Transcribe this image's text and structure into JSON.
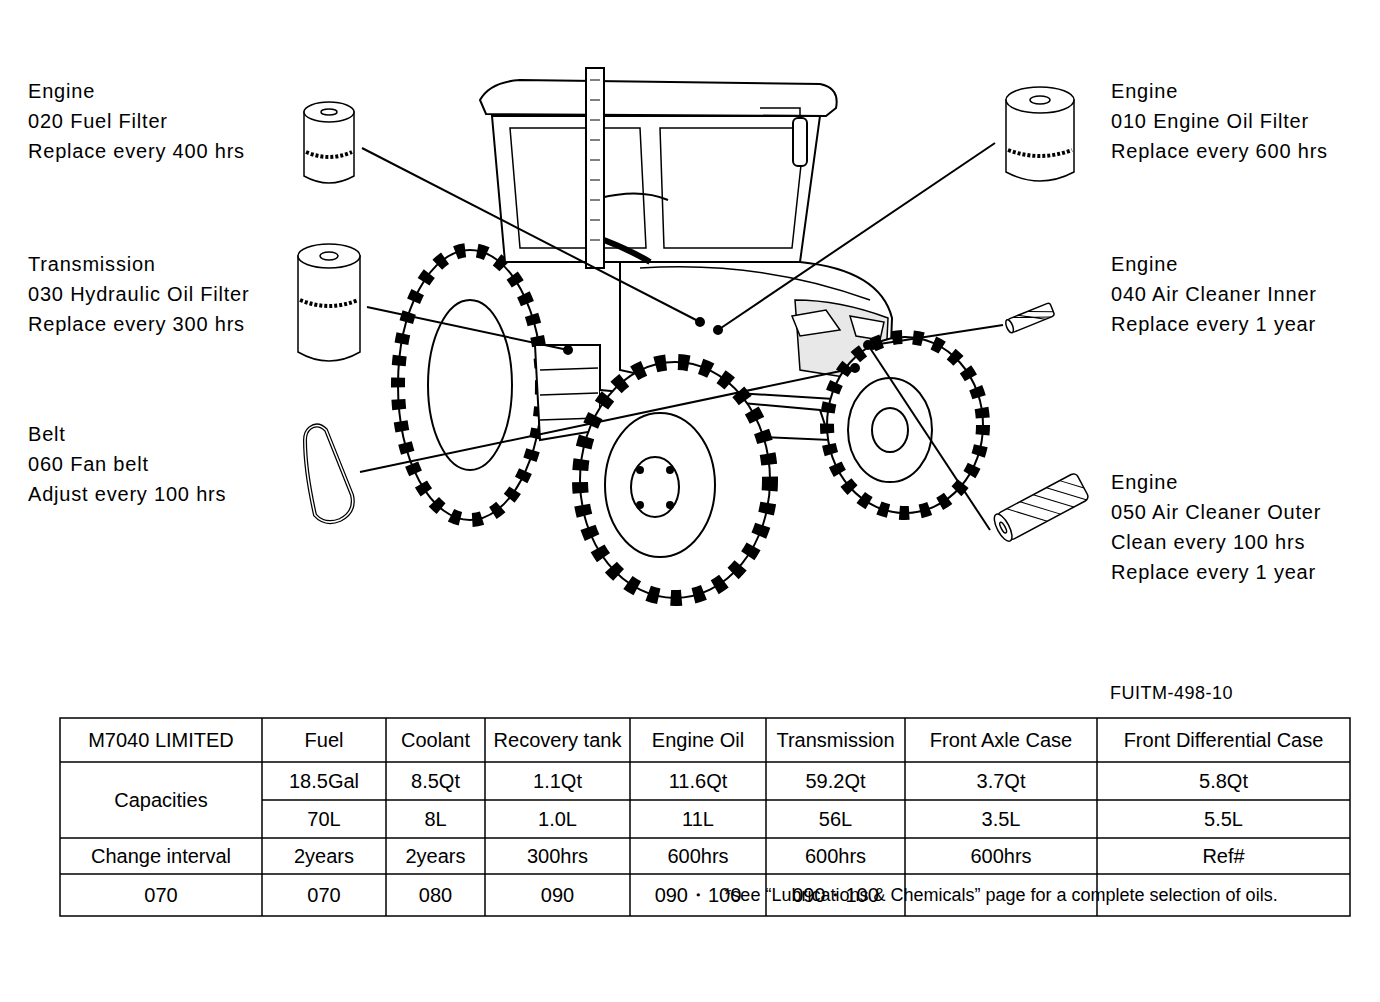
{
  "diagram": {
    "labels": [
      "Engine",
      "020 Fuel Filter",
      "Replace every 400 hrs",
      "Engine",
      "010 Engine Oil Filter",
      "Replace every 600 hrs",
      "Transmission",
      "030 Hydraulic Oil Filter",
      "Replace every 300 hrs",
      "Engine",
      "040 Air Cleaner Inner",
      "Replace every 1 year",
      "Belt",
      "060 Fan belt",
      "Adjust every 100 hrs",
      "Engine",
      "050 Air Cleaner Outer",
      "Clean every 100 hrs",
      "Replace every 1 year",
      "FUITM-498-10",
      "M7040 LIMITED",
      "Fuel",
      "Coolant",
      "Recovery tank",
      "Engine Oil",
      "Transmission",
      "Front Axle Case",
      "Front Differential Case",
      "Capacities",
      "18.5Gal",
      "8.5Qt",
      "1.1Qt",
      "11.6Qt",
      "59.2Qt",
      "3.7Qt",
      "5.8Qt",
      "70L",
      "8L",
      "1.0L",
      "11L",
      "56L",
      "3.5L",
      "5.5L",
      "Change interval",
      "2years",
      "2years",
      "300hrs",
      "600hrs",
      "600hrs",
      "600hrs",
      "Ref#",
      "070",
      "070",
      "080",
      "090",
      "090・100",
      "090・100",
      "*see “Lubrications & Chemicals” page for a complete selection of oils."
    ]
  }
}
